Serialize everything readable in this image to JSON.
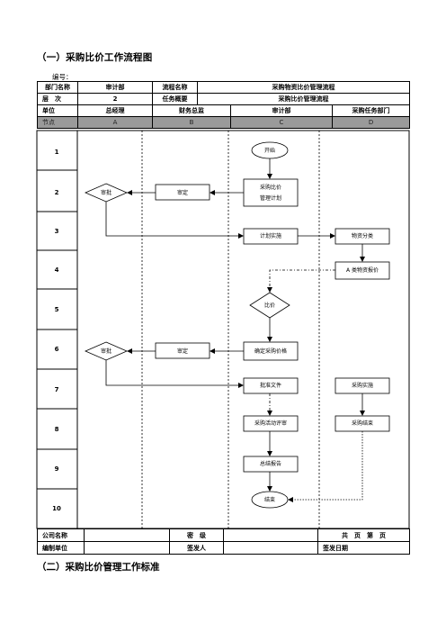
{
  "title": "（一）采购比价工作流程图",
  "bianhao_label": "编号：",
  "header": {
    "dept_label": "部门名称",
    "dept_value": "审计部",
    "process_name_label": "流程名称",
    "process_name_value": "采购物资比价管理流程",
    "level_label": "层　次",
    "level_value": "2",
    "task_label": "任务概要",
    "task_value": "采购比价管理流程",
    "unit_label": "单位",
    "units": [
      "总经理",
      "财务总监",
      "审计部",
      "采购任务部门"
    ],
    "node_label": "节点",
    "columns": [
      "A",
      "B",
      "C",
      "D"
    ]
  },
  "node_numbers": [
    "1",
    "2",
    "3",
    "4",
    "5",
    "6",
    "7",
    "8",
    "9",
    "10"
  ],
  "flow": {
    "start": "开始",
    "shenpi_1": "审批",
    "shending_1": "审定",
    "caigou_bijia_line1": "采购比价",
    "caigou_bijia_line2": "管理计划",
    "jihua_shishi": "计划实施",
    "wuzi_fenlei": "物资分类",
    "a_lei_baojia": "A 类物资报价",
    "bijia": "比价",
    "shenpi_2": "审批",
    "shending_2": "审定",
    "queding_jiage": "确定采购价格",
    "pizhun_wenjian": "批准文件",
    "caigou_shishi": "采购实施",
    "huodong_pingshen": "采购活动评审",
    "caigou_jieshu": "采购结束",
    "zongjie_baogao": "总结报告",
    "end": "结束"
  },
  "footer": {
    "company_label": "公司名称",
    "secret_label": "密　级",
    "pages_label": "共　页　第　页",
    "compiler_label": "编制单位",
    "issuer_label": "签发人",
    "issue_date_label": "签发日期"
  },
  "footer_title": "（二）采购比价管理工作标准"
}
